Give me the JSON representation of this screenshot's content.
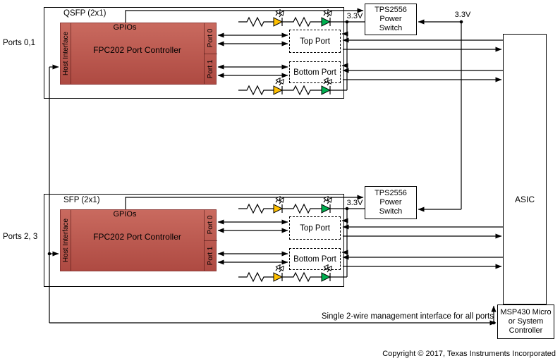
{
  "labels": {
    "ports_left_top": "Ports 0,1",
    "ports_left_bottom": "Ports 2, 3",
    "qsfp_title": "QSFP (2x1)",
    "sfp_title": "SFP (2x1)",
    "controller": "FPC202 Port Controller",
    "gpios": "GPIOs",
    "host_interface": "Host Interface",
    "port0": "Port 0",
    "port1": "Port 1",
    "top_port": "Top Port",
    "bottom_port": "Bottom Port",
    "power_switch": "TPS2556 Power Switch",
    "v33": "3.3V",
    "asic": "ASIC",
    "mgmt": "Single 2-wire management interface for all ports",
    "msp430": "MSP430 Micro or System Controller",
    "copyright": "Copyright © 2017, Texas Instruments Incorporated"
  },
  "colors": {
    "controller_top": "#c96a5f",
    "controller_bottom": "#ae4a42",
    "controller_border": "#8c3836",
    "led_yellow": "#ffc000",
    "led_green": "#00b050",
    "wire": "#000000"
  },
  "icons": {
    "resistor": "zigzag-resistor",
    "led": "diode-triangle-with-emission-arrows",
    "arrowhead": "solid-triangle",
    "junction": "dot"
  }
}
